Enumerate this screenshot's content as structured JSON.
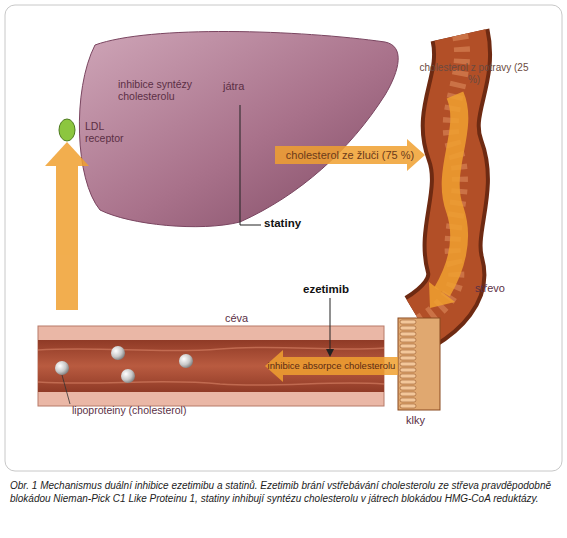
{
  "diagram": {
    "caption": "Obr. 1 Mechanismus duální inhibice ezetimibu a statinů. Ezetimib brání vstřebávání cholesterolu ze střeva pravděpodobně blokádou Nieman-Pick C1 Like Proteinu 1, statiny inhibují syntézu cholesterolu v játrech blokádou HMG-CoA reduktázy.",
    "nodes": [
      {
        "text": [
          "inhibice syntézy cholesterolu",
          "játra"
        ]
      },
      {
        "text": [
          "LDL receptor"
        ],
        "in": 0
      },
      {
        "text": [
          "střevo"
        ]
      },
      {
        "text": [
          "klky"
        ]
      },
      {
        "text": [
          "céva",
          "lipoproteiny (cholesterol)"
        ]
      }
    ],
    "edges": [
      {
        "from": 0,
        "to": 2,
        "label": "cholesterol ze žluči (75 %)",
        "arrow": "to"
      },
      {
        "from": 3,
        "to": 4,
        "label": "inhibice absorpce cholesterolu",
        "arrow": "to"
      },
      {
        "from": 4,
        "to": 1,
        "arrow": "to"
      }
    ],
    "labels": [
      "cholesterol z potravy (25 %)",
      "statiny",
      "ezetimib"
    ]
  }
}
